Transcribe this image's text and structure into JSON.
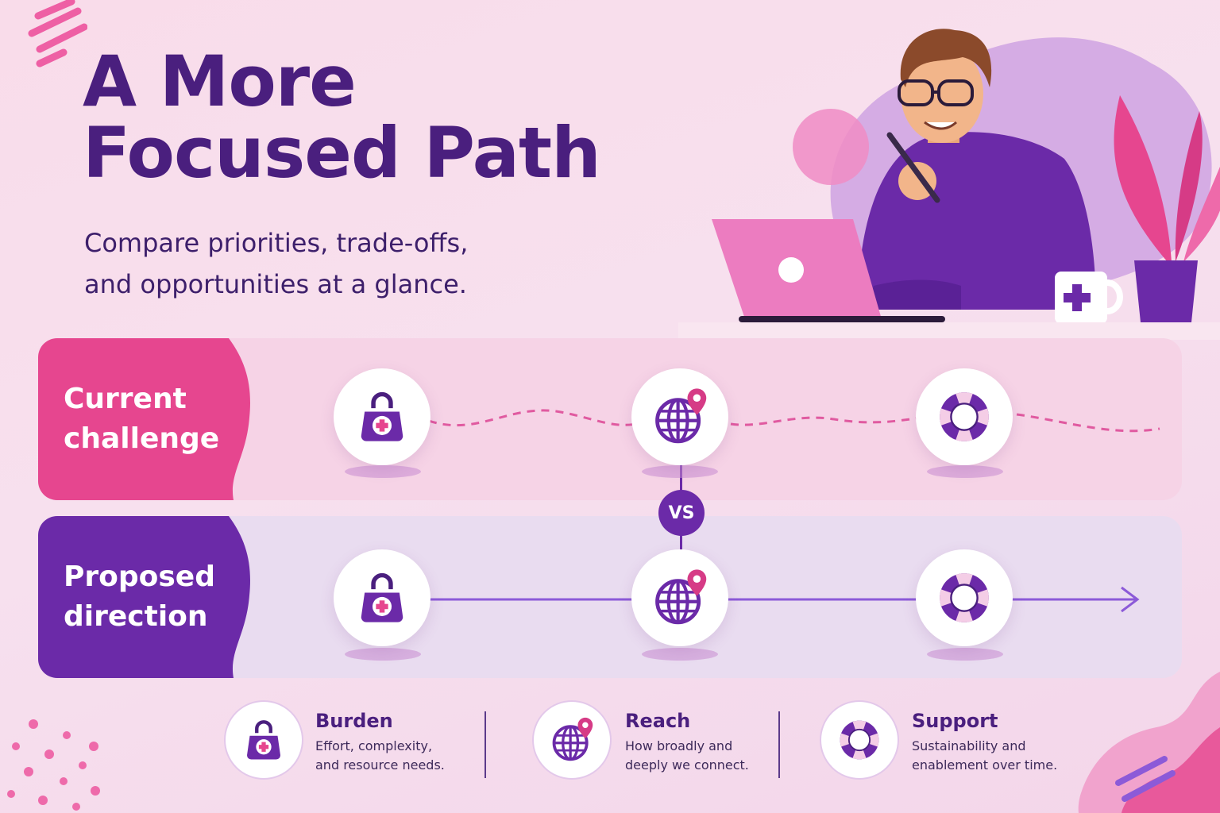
{
  "title_lines": [
    "A More",
    "Focused Path"
  ],
  "subtitle_lines": [
    "Compare priorities, trade-offs,",
    "and opportunities at a glance."
  ],
  "rows": [
    {
      "label_lines": [
        "Current",
        "challenge"
      ],
      "color": "#e6468f",
      "line_style": "dashed"
    },
    {
      "label_lines": [
        "Proposed",
        "direction"
      ],
      "color": "#6b2aa8",
      "line_style": "solid-arrow"
    }
  ],
  "vs_label": "VS",
  "nodes": [
    "medical-bag-icon",
    "globe-pin-icon",
    "lifebuoy-icon"
  ],
  "legend": [
    {
      "icon": "medical-bag-icon",
      "title": "Burden",
      "desc_lines": [
        "Effort, complexity,",
        "and resource needs."
      ]
    },
    {
      "icon": "globe-pin-icon",
      "title": "Reach",
      "desc_lines": [
        "How broadly and",
        "deeply we connect."
      ]
    },
    {
      "icon": "lifebuoy-icon",
      "title": "Support",
      "desc_lines": [
        "Sustainability and",
        "enablement over time."
      ]
    }
  ],
  "colors": {
    "primary": "#4a1f7e",
    "accent_pink": "#e6468f",
    "accent_purple": "#6b2aa8",
    "background": "#f9dcea"
  }
}
